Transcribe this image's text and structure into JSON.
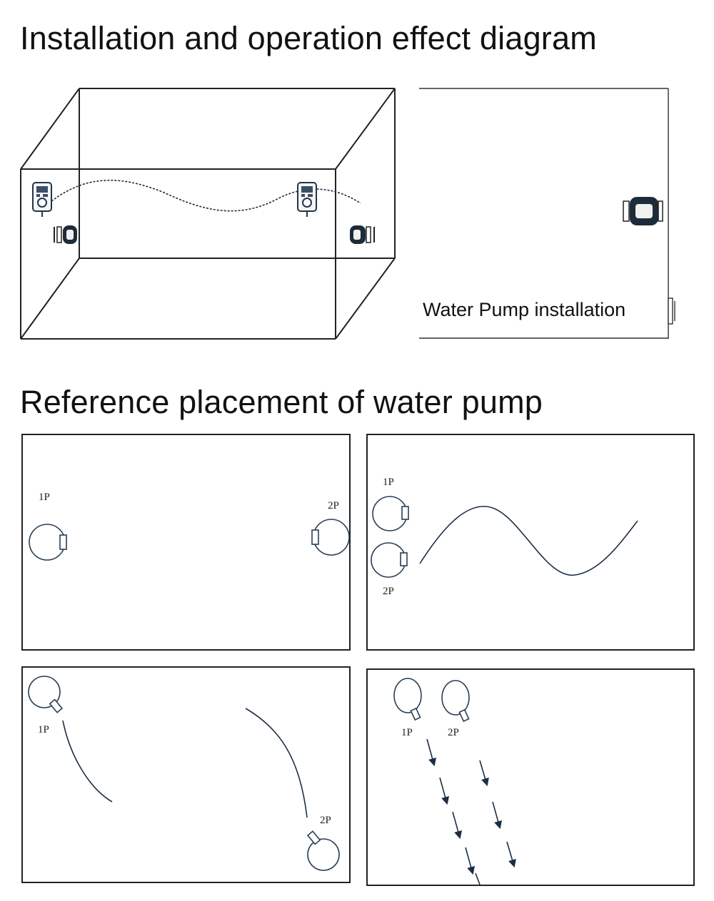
{
  "headings": {
    "top": "Installation and operation effect diagram",
    "bottom": "Reference placement of water pump"
  },
  "side_view": {
    "caption": "Water Pump installation"
  },
  "panels": [
    {
      "pump_labels": [
        "1P",
        "2P"
      ]
    },
    {
      "pump_labels": [
        "1P",
        "2P"
      ]
    },
    {
      "pump_labels": [
        "1P",
        "2P"
      ]
    },
    {
      "pump_labels": [
        "1P",
        "2P"
      ]
    }
  ]
}
